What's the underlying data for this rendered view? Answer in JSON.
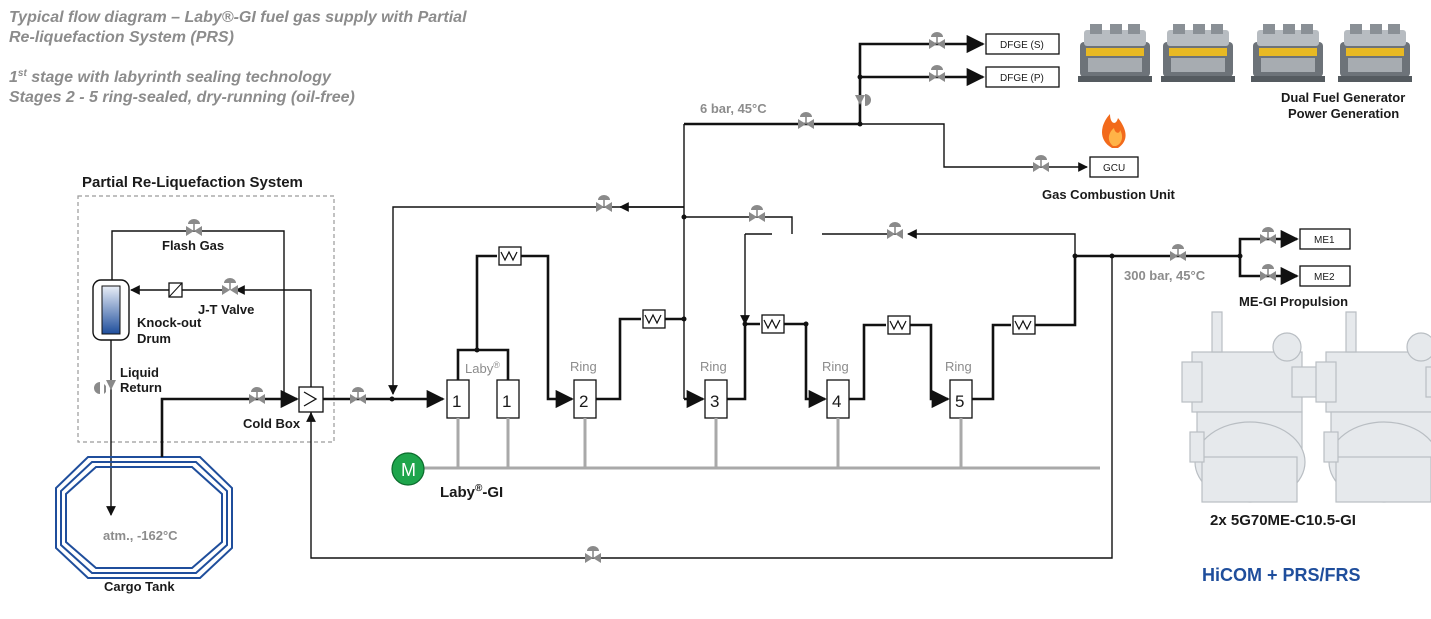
{
  "title": {
    "line1": "Typical flow diagram – Laby®-GI fuel gas supply with Partial",
    "line2": "Re-liquefaction System (PRS)",
    "line3_sup": "st",
    "line3_pre": "1",
    "line3_post": " stage with labyrinth sealing technology",
    "line4": "Stages 2 - 5 ring-sealed, dry-running (oil-free)"
  },
  "prs": {
    "title": "Partial Re-Liquefaction System",
    "flash_gas": "Flash Gas",
    "jt_valve": "J-T Valve",
    "knockout_drum_1": "Knock-out",
    "knockout_drum_2": "Drum",
    "liquid_return_1": "Liquid",
    "liquid_return_2": "Return",
    "cold_box": "Cold Box"
  },
  "cargo_tank": {
    "label": "Cargo Tank",
    "condition": "atm., -162°C"
  },
  "compressor": {
    "laby_label": "Laby",
    "laby_sup": "®",
    "ring_label": "Ring",
    "stages": [
      "1",
      "1",
      "2",
      "3",
      "4",
      "5"
    ],
    "motor": "M",
    "name_pre": "Laby",
    "name_sup": "®",
    "name_post": "-GI"
  },
  "pressures": {
    "low": "6 bar, 45°C",
    "high": "300 bar, 45°C"
  },
  "consumers": {
    "dfge_s": "DFGE (S)",
    "dfge_p": "DFGE (P)",
    "gcu": "GCU",
    "gcu_label": "Gas Combustion Unit",
    "dfg_label_1": "Dual Fuel Generator",
    "dfg_label_2": "Power Generation",
    "me1": "ME1",
    "me2": "ME2",
    "megi_label": "ME-GI Propulsion",
    "engine_label": "2x 5G70ME-C10.5-GI"
  },
  "brand": "HiCOM + PRS/FRS",
  "colors": {
    "title_grey": "#8c8c8c",
    "brand_blue": "#1f4e9c",
    "tank_blue": "#1f4e9c",
    "motor_green": "#1ea54c",
    "flame_orange": "#f26a1b",
    "shaft_grey": "#a9a9a9"
  },
  "icons": [
    "valve-icon",
    "check-valve-icon",
    "heat-exchanger-icon",
    "flame-icon",
    "motor-icon",
    "generator-icon",
    "engine-icon",
    "knockout-drum-icon",
    "cargo-tank-icon"
  ]
}
